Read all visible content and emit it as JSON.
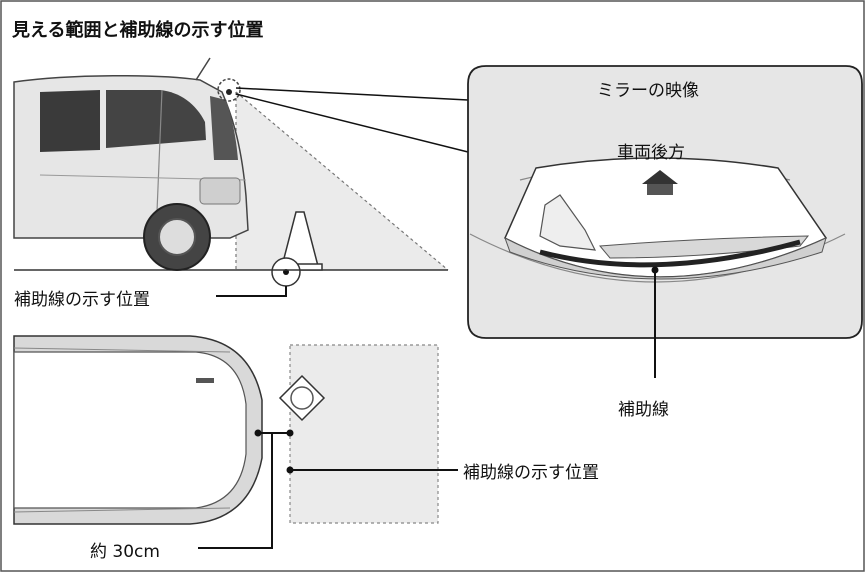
{
  "title": "見える範囲と補助線の示す位置",
  "mirror_view": {
    "title": "ミラーの映像",
    "direction_label": "車両後方",
    "guide_line_label": "補助線"
  },
  "side_view": {
    "guide_position_label": "補助線の示す位置"
  },
  "top_view": {
    "guide_position_label": "補助線の示す位置",
    "distance_label": "約 30cm"
  },
  "colors": {
    "line": "#111111",
    "fill_gray": "#e9e9e9",
    "zone_gray": "#ebebeb",
    "guide_line": "#222222"
  }
}
